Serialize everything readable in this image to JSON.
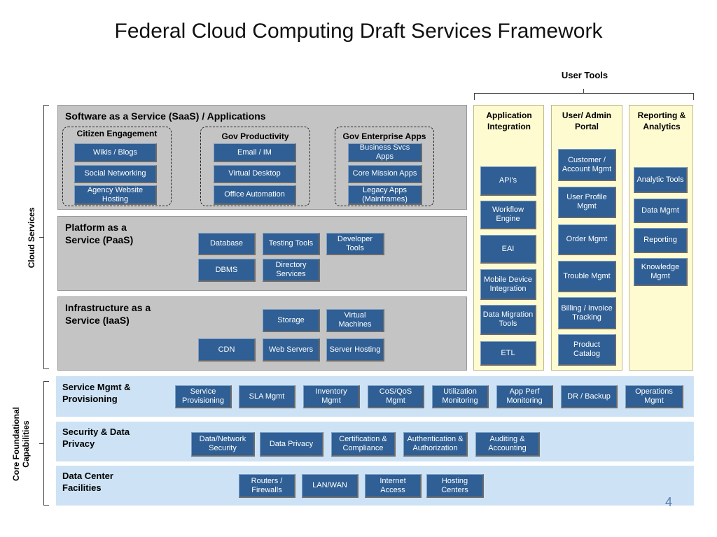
{
  "title": "Federal Cloud Computing Draft Services Framework",
  "user_tools_label": "User Tools",
  "left_labels": {
    "cloud_services": "Cloud Services",
    "core_foundational": "Core Foundational Capabilities"
  },
  "saas": {
    "label": "Software as a Service (SaaS) / Applications",
    "groups": [
      {
        "title": "Citizen Engagement",
        "items": [
          "Wikis / Blogs",
          "Social Networking",
          "Agency Website Hosting"
        ]
      },
      {
        "title": "Gov Productivity",
        "items": [
          "Email / IM",
          "Virtual Desktop",
          "Office Automation"
        ]
      },
      {
        "title": "Gov Enterprise Apps",
        "items": [
          "Business Svcs Apps",
          "Core Mission Apps",
          "Legacy Apps (Mainframes)"
        ]
      }
    ]
  },
  "paas": {
    "label": "Platform as a Service (PaaS)",
    "items": [
      "Database",
      "Testing Tools",
      "Developer Tools",
      "DBMS",
      "Directory Services"
    ]
  },
  "iaas": {
    "label": "Infrastructure as a Service (IaaS)",
    "items": [
      "Storage",
      "Virtual Machines",
      "CDN",
      "Web Servers",
      "Server Hosting"
    ]
  },
  "user_tools": {
    "columns": [
      {
        "title": "Application Integration",
        "items": [
          "API's",
          "Workflow Engine",
          "EAI",
          "Mobile Device Integration",
          "Data Migration Tools",
          "ETL"
        ]
      },
      {
        "title": "User/ Admin Portal",
        "items": [
          "Customer / Account Mgmt",
          "User Profile Mgmt",
          "Order Mgmt",
          "Trouble Mgmt",
          "Billing / Invoice Tracking",
          "Product Catalog"
        ]
      },
      {
        "title": "Reporting & Analytics",
        "items": [
          "Analytic Tools",
          "Data Mgmt",
          "Reporting",
          "Knowledge Mgmt"
        ]
      }
    ]
  },
  "service_mgmt": {
    "label": "Service Mgmt & Provisioning",
    "items": [
      "Service Provisioning",
      "SLA Mgmt",
      "Inventory Mgmt",
      "CoS/QoS Mgmt",
      "Utilization Monitoring",
      "App Perf Monitoring",
      "DR / Backup",
      "Operations Mgmt"
    ]
  },
  "security": {
    "label": "Security & Data Privacy",
    "items": [
      "Data/Network Security",
      "Data Privacy",
      "Certification & Compliance",
      "Authentication & Authorization",
      "Auditing & Accounting"
    ]
  },
  "datacenter": {
    "label": "Data Center Facilities",
    "items": [
      "Routers / Firewalls",
      "LAN/WAN",
      "Internet Access",
      "Hosting Centers"
    ]
  },
  "page_number": "4",
  "colors": {
    "box": "#2f5f94",
    "saas_bg": "#c4c4c4",
    "core_bg": "#cde3f5",
    "tools_bg": "#fffbd1"
  }
}
